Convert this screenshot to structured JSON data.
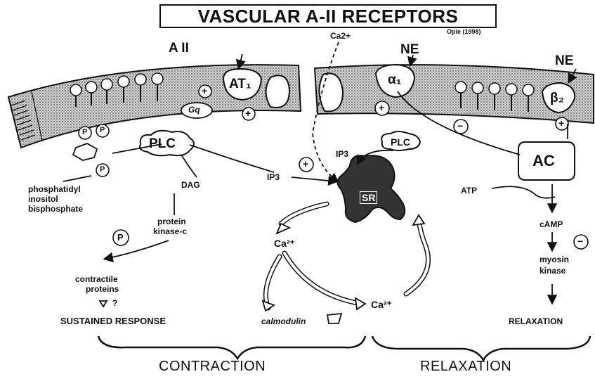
{
  "title": "VASCULAR A-II RECEPTORS",
  "citation": "Opie (1998)",
  "agonists": {
    "a2": "A II",
    "ne_alpha": "NE",
    "ne_beta": "NE"
  },
  "receptors": {
    "at1": "AT₁",
    "alpha1": "α₁",
    "beta2": "β₂"
  },
  "enzymes": {
    "gq": "Gq",
    "plc_left": "PLC",
    "plc_right": "PLC",
    "ac": "AC",
    "sr": "SR"
  },
  "phosphates": {
    "p1": "P",
    "p2": "P",
    "p3": "P",
    "p4": "P"
  },
  "signs": {
    "plus_at1_a": "+",
    "plus_at1_b": "+",
    "plus_alpha": "+",
    "minus_alpha": "−",
    "plus_beta": "+",
    "plus_ca": "+",
    "minus_camp": "−"
  },
  "labels": {
    "ca_influx": "Ca2+",
    "phospholipid": [
      "phosphatidyl",
      "inositol",
      "bisphosphate"
    ],
    "dag": "DAG",
    "ip3_left": "IP3",
    "ip3_right": "IP3",
    "pkc": [
      "protein",
      "kinase-c"
    ],
    "contractile": [
      "contractile",
      "proteins"
    ],
    "question": "?",
    "sustained": "SUSTAINED RESPONSE",
    "ca_left": "Ca²⁺",
    "ca_right": "Ca²⁺",
    "calmodulin": "calmodulin",
    "atp": "ATP",
    "camp": "cAMP",
    "myosin": [
      "myosin",
      "kinase"
    ],
    "relaxation_small": "RELAXATION"
  },
  "footer": {
    "contraction": "CONTRACTION",
    "relaxation": "RELAXATION"
  }
}
